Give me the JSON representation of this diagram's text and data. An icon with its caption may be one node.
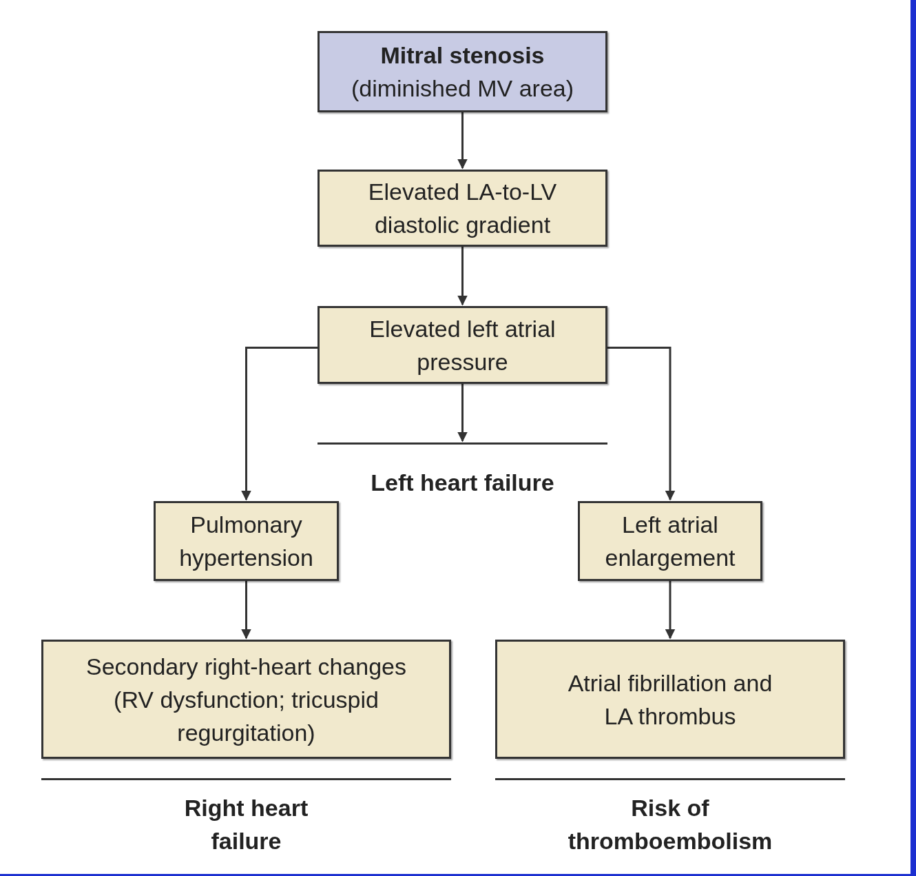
{
  "diagram": {
    "nodes": [
      {
        "text": [
          "Mitral stenosis",
          "(diminished MV area)"
        ]
      },
      {
        "text": [
          "Elevated LA-to-LV diastolic gradient"
        ]
      },
      {
        "text": [
          "Elevated left atrial pressure"
        ]
      },
      {
        "text": [
          "Left heart failure"
        ]
      },
      {
        "text": [
          "Pulmonary hypertension"
        ]
      },
      {
        "text": [
          "Left atrial enlargement"
        ]
      },
      {
        "text": [
          "Secondary right-heart changes (RV dysfunction; tricuspid regurgitation)"
        ]
      },
      {
        "text": [
          "Atrial fibrillation and LA thrombus"
        ]
      },
      {
        "text": [
          "Right heart failure"
        ]
      },
      {
        "text": [
          "Risk of thromboembolism"
        ]
      }
    ],
    "edges": [
      {
        "from": 0,
        "to": 1,
        "arrow": "to"
      },
      {
        "from": 1,
        "to": 2,
        "arrow": "to"
      },
      {
        "from": 2,
        "to": 3,
        "arrow": "to"
      },
      {
        "from": 2,
        "to": 4,
        "arrow": "to"
      },
      {
        "from": 2,
        "to": 5,
        "arrow": "to"
      },
      {
        "from": 4,
        "to": 6,
        "arrow": "to"
      },
      {
        "from": 5,
        "to": 7,
        "arrow": "to"
      }
    ]
  }
}
